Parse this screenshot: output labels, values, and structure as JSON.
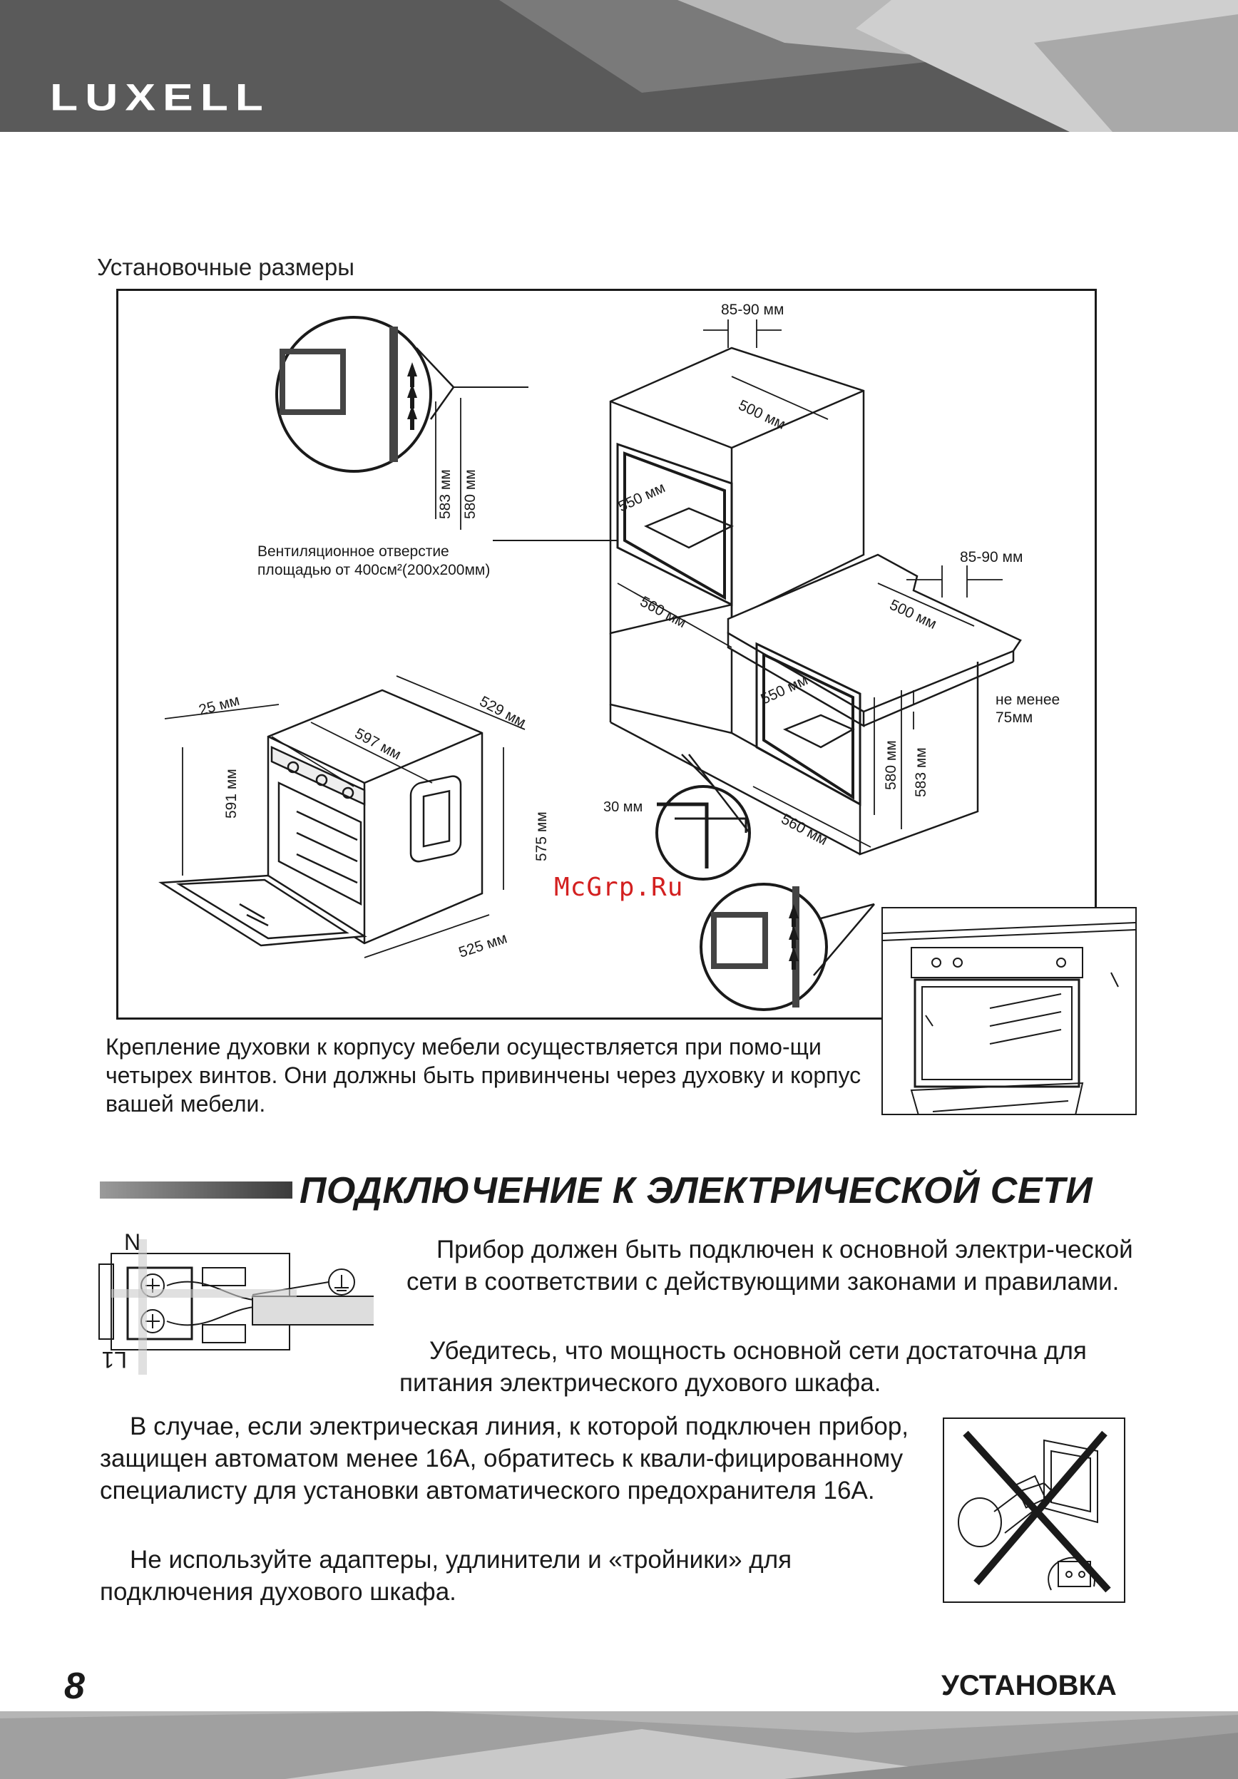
{
  "header": {
    "brand": "LUXELL"
  },
  "install": {
    "title": "Установочные размеры",
    "dims": {
      "top_gap": "85-90 мм",
      "top_depth": "500 мм",
      "col_h583": "583 мм",
      "col_h580": "580 мм",
      "col_w550": "550 мм",
      "col_d560": "560 мм",
      "vent_line1": "Вентиляционное отверстие",
      "vent_line2": "площадью от 400см²(200х200мм)",
      "under_gap": "85-90 мм",
      "under_depth": "500 мм",
      "under_w550": "550 мм",
      "min_line1": "не менее",
      "min_line2": "75мм",
      "under_h580": "580 мм",
      "under_h583": "583 мм",
      "under_d560": "560 мм",
      "gap30": "30 мм",
      "oven_25": "25 мм",
      "oven_529": "529 мм",
      "oven_597": "597 мм",
      "oven_591": "591 мм",
      "oven_575": "575 мм",
      "oven_525": "525 мм"
    },
    "watermark": "McGrp.Ru",
    "mount_text": "Крепление духовки к корпусу мебели осуществляется при помо-щи четырех винтов. Они должны быть привинчены через духовку и корпус вашей мебели."
  },
  "electrical": {
    "heading": "ПОДКЛЮЧЕНИЕ К ЭЛЕКТРИЧЕСКОЙ СЕТИ",
    "label_n": "N",
    "label_l1": "L1",
    "p1": "Прибор должен быть подключен к основной электри-ческой сети в соответствии с действующими законами и правилами.",
    "p2": "Убедитесь, что мощность основной сети достаточна для питания электрического духового шкафа.",
    "p3": "В случае, если электрическая линия, к которой подключен прибор, защищен автоматом менее 16А, обратитесь к квали-фицированному специалисту для установки автоматического предохранителя 16А.",
    "p4": "Не используйте адаптеры, удлинители и «тройники» для подключения духового шкафа."
  },
  "footer": {
    "page_number": "8",
    "section": "УСТАНОВКА"
  }
}
